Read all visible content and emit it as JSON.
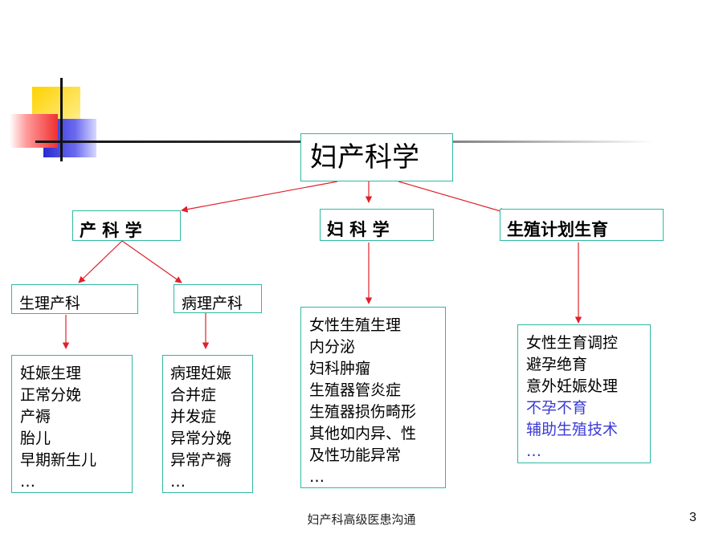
{
  "root": "妇产科学",
  "level1": [
    "产 科 学",
    "妇 科 学",
    "生殖计划生育"
  ],
  "obstetrics": {
    "children": [
      "生理产科",
      "病理产科"
    ],
    "physiological_items": [
      "妊娠生理",
      "正常分娩",
      "产褥",
      "胎儿",
      "早期新生儿",
      "…"
    ],
    "pathological_items": [
      "病理妊娠",
      "合并症",
      "并发症",
      "异常分娩",
      "异常产褥",
      "…"
    ]
  },
  "gynecology_items": [
    "女性生殖生理",
    "内分泌",
    "妇科肿瘤",
    "生殖器管炎症",
    "生殖器损伤畸形",
    "其他如内异、性",
    "及性功能异常",
    "…"
  ],
  "family_planning_items": [
    {
      "text": "女性生育调控",
      "color": "#000000"
    },
    {
      "text": "避孕绝育",
      "color": "#000000"
    },
    {
      "text": "意外妊娠处理",
      "color": "#000000"
    },
    {
      "text": "不孕不育",
      "color": "#3a3ad6"
    },
    {
      "text": "辅助生殖技术",
      "color": "#3a3ad6"
    },
    {
      "text": "…",
      "color": "#3a3ad6"
    }
  ],
  "footer": "妇产科高级医患沟通",
  "page_number": "3",
  "colors": {
    "box_border": "#2fb8a2",
    "arrow": "#e0202a",
    "accent_blue": "#3a3ad6"
  }
}
